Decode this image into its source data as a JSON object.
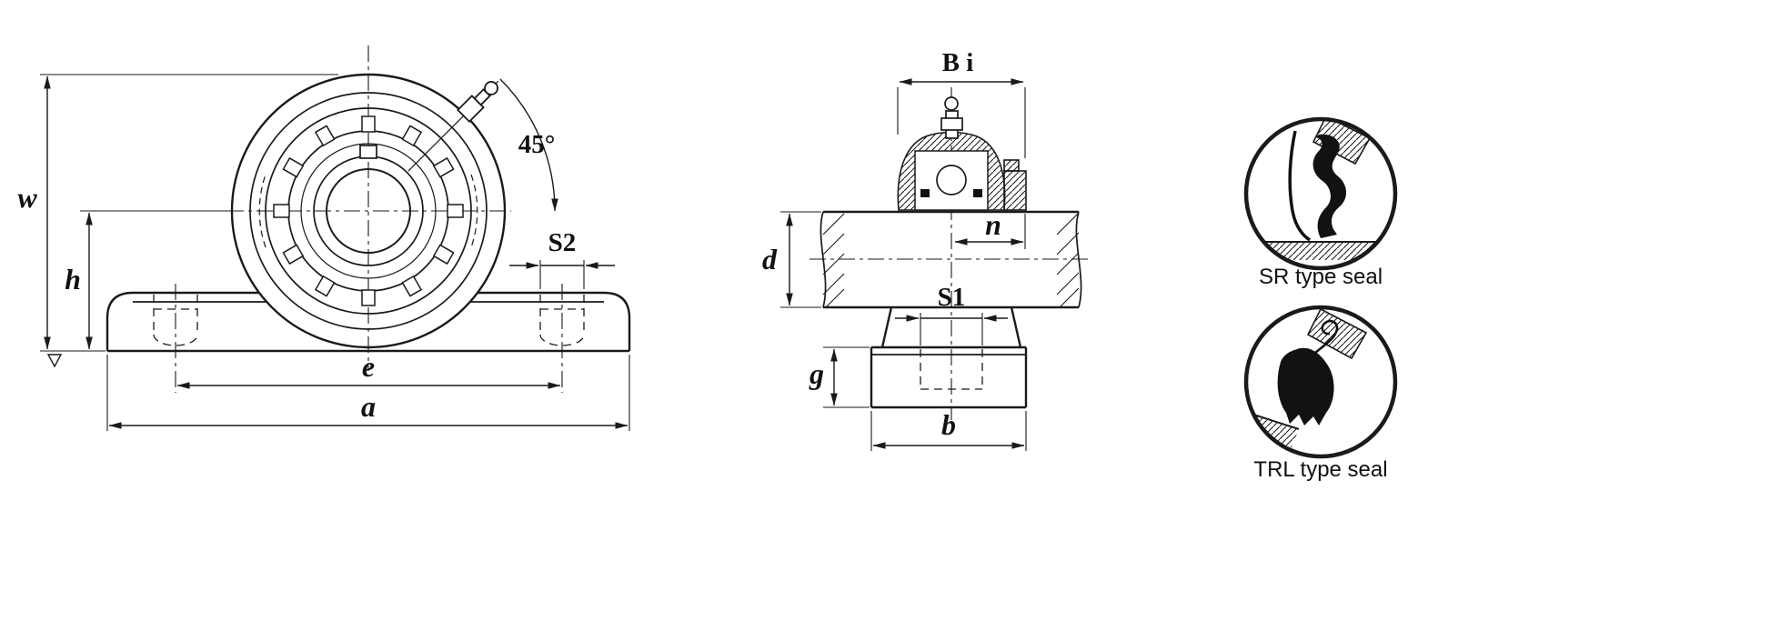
{
  "drawing": {
    "front_view": {
      "dim_w": "w",
      "dim_h": "h",
      "dim_e": "e",
      "dim_a": "a",
      "dim_s2": "S2",
      "angle_label": "45°"
    },
    "side_view": {
      "dim_bi": "B i",
      "dim_n": "n",
      "dim_d": "d",
      "dim_s1": "S1",
      "dim_g": "g",
      "dim_b": "b"
    },
    "seal_details": {
      "sr_label": "SR type seal",
      "trl_label": "TRL type seal"
    },
    "colors": {
      "line": "#1a1a1a",
      "background": "#ffffff"
    }
  }
}
